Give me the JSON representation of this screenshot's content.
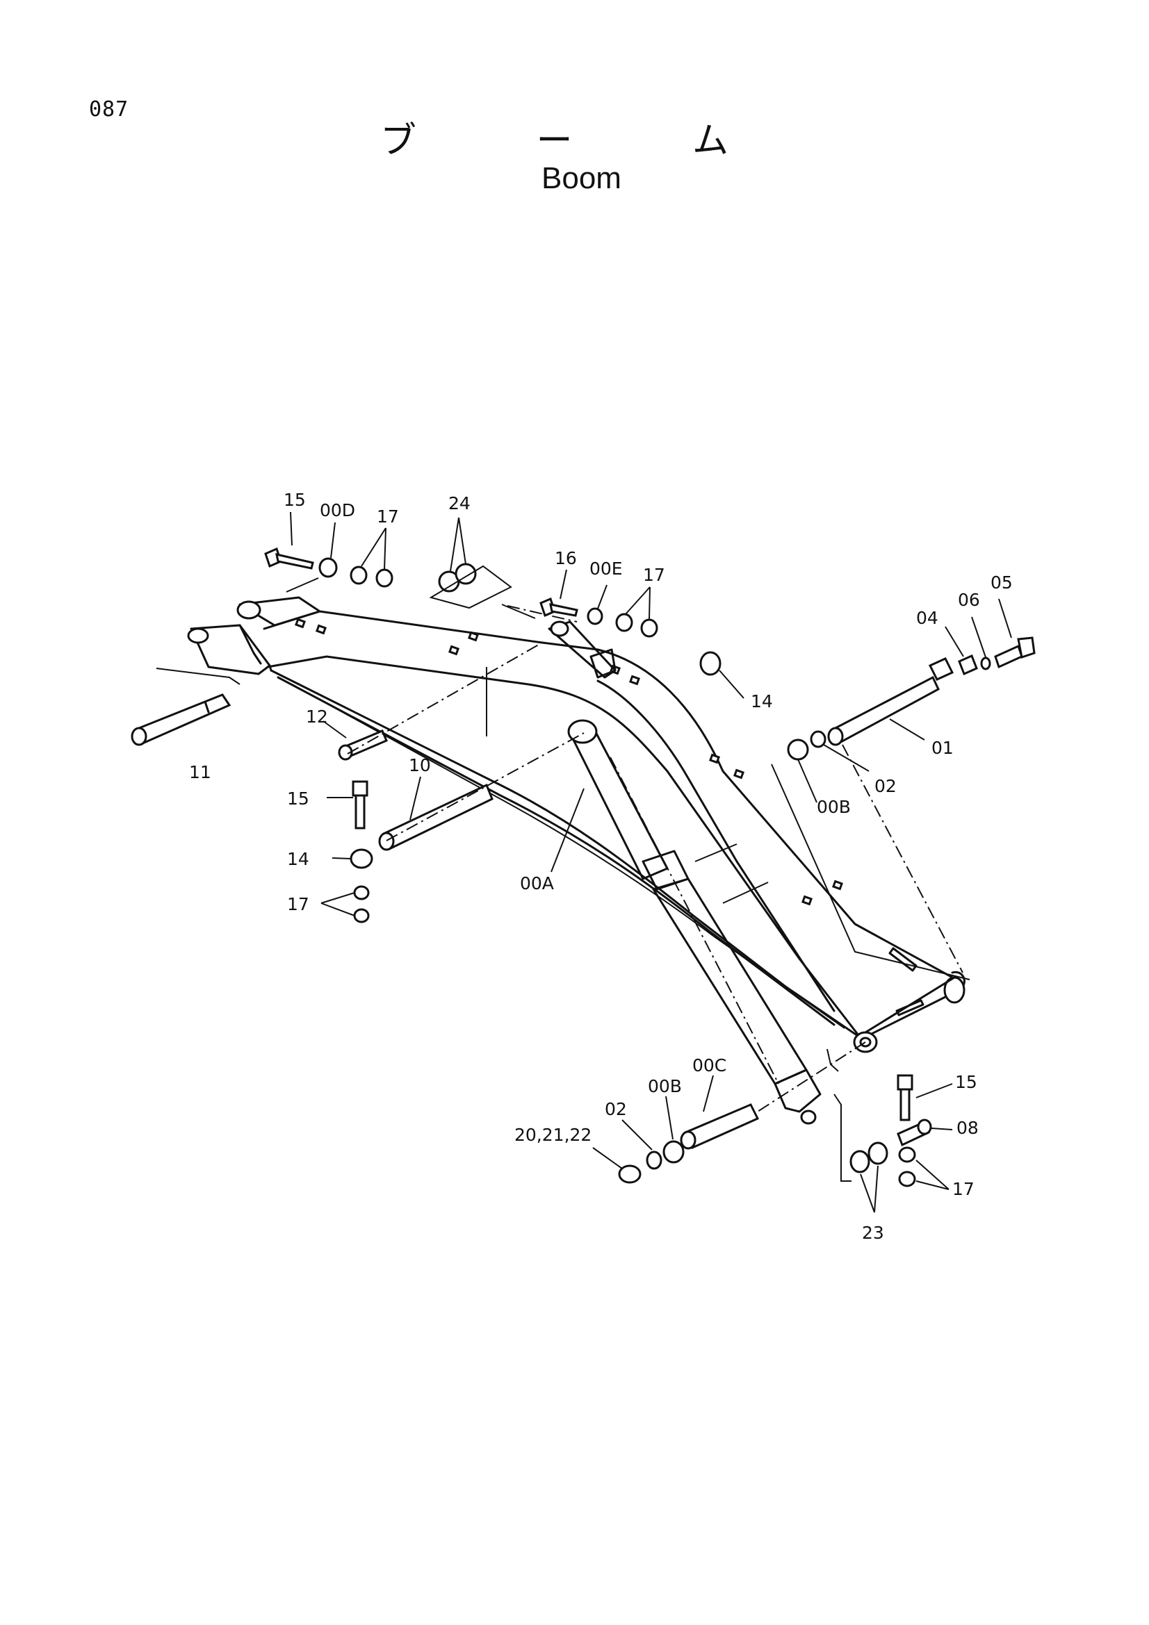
{
  "page_number": "087",
  "title_jp": "ブ ー ム",
  "title_en": "Boom",
  "callouts": {
    "c11": "11",
    "c15a": "15",
    "c00d": "00D",
    "c17a": "17",
    "c24": "24",
    "c16": "16",
    "c00e": "00E",
    "c17b": "17",
    "c12": "12",
    "c14a": "14",
    "c04": "04",
    "c06": "06",
    "c05": "05",
    "c01": "01",
    "c02a": "02",
    "c00b_a": "00B",
    "c10": "10",
    "c15b": "15",
    "c14b": "14",
    "c17c": "17",
    "c00a": "00A",
    "c00c": "00C",
    "c00b_b": "00B",
    "c02b": "02",
    "c202122": "20,21,22",
    "c15c": "15",
    "c08": "08",
    "c17d": "17",
    "c23": "23"
  }
}
